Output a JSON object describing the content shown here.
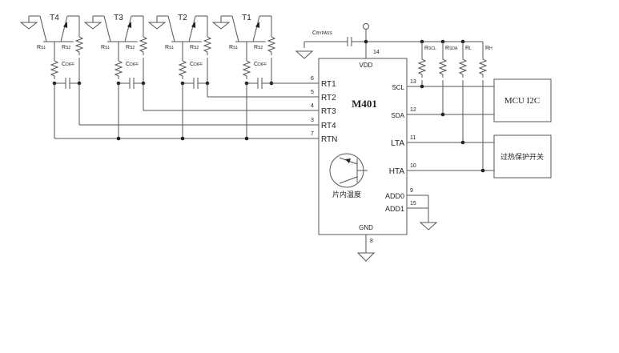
{
  "chip": {
    "name": "M401",
    "vdd": "VDD",
    "gnd": "GND",
    "vdd_pin": "14",
    "gnd_pin": "8",
    "sensor_label": "片内温度",
    "left_pins": [
      {
        "label": "RT1",
        "num": "6"
      },
      {
        "label": "RT2",
        "num": "5"
      },
      {
        "label": "RT3",
        "num": "4"
      },
      {
        "label": "RT4",
        "num": "3"
      },
      {
        "label": "RTN",
        "num": "7"
      }
    ],
    "right_pins": [
      {
        "label": "SCL",
        "num": "13"
      },
      {
        "label": "SDA",
        "num": "12"
      },
      {
        "label": "LTA",
        "num": "11"
      },
      {
        "label": "HTA",
        "num": "10"
      },
      {
        "label": "ADD0",
        "num": "9"
      },
      {
        "label": "ADD1",
        "num": "15"
      }
    ]
  },
  "bypass_cap": {
    "main": "C",
    "sub": "BYPASS"
  },
  "pullups": [
    {
      "main": "R",
      "sub": "SCL"
    },
    {
      "main": "R",
      "sub": "SDA"
    },
    {
      "main": "R",
      "sub": "L"
    },
    {
      "main": "R",
      "sub": "H"
    }
  ],
  "transistors": [
    {
      "label": "T4",
      "rs1": "S1",
      "rs2": "S2",
      "cap": "DIFF"
    },
    {
      "label": "T3",
      "rs1": "S1",
      "rs2": "S2",
      "cap": "DIFF"
    },
    {
      "label": "T2",
      "rs1": "S1",
      "rs2": "S2",
      "cap": "DIFF"
    },
    {
      "label": "T1",
      "rs1": "S1",
      "rs2": "S2",
      "cap": "DIFF"
    }
  ],
  "component_prefix": {
    "r": "R",
    "c": "C"
  },
  "boxes": {
    "mcu": "MCU I2C",
    "protect": "过热保护开关"
  }
}
